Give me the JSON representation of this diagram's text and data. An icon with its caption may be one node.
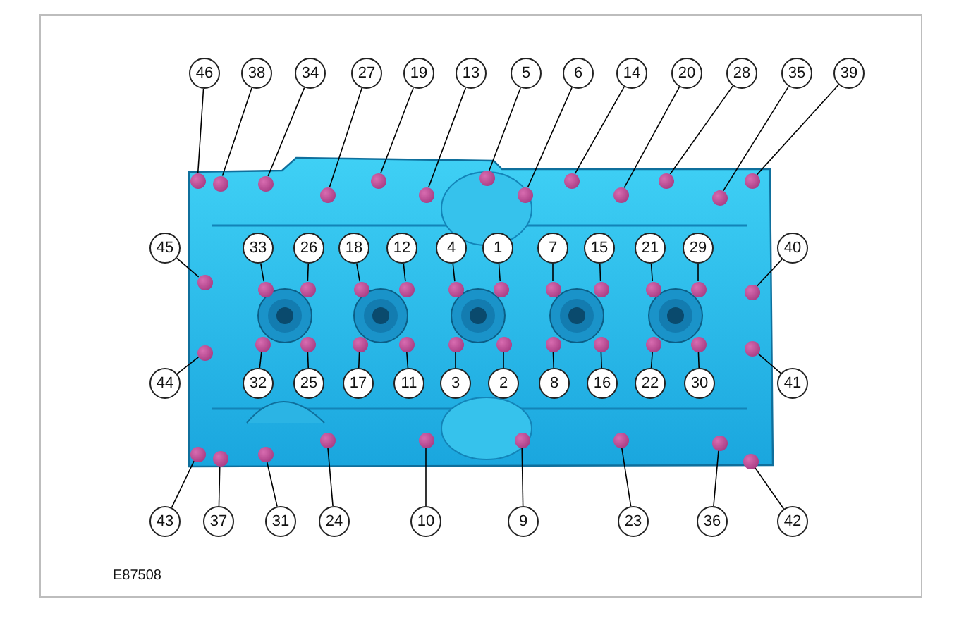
{
  "diagram": {
    "nodes": [
      {
        "text": [
          "46"
        ]
      },
      {
        "text": [
          "38"
        ]
      },
      {
        "text": [
          "34"
        ]
      },
      {
        "text": [
          "27"
        ]
      },
      {
        "text": [
          "19"
        ]
      },
      {
        "text": [
          "13"
        ]
      },
      {
        "text": [
          "5"
        ]
      },
      {
        "text": [
          "6"
        ]
      },
      {
        "text": [
          "14"
        ]
      },
      {
        "text": [
          "20"
        ]
      },
      {
        "text": [
          "28"
        ]
      },
      {
        "text": [
          "35"
        ]
      },
      {
        "text": [
          "39"
        ]
      },
      {
        "text": [
          "45"
        ]
      },
      {
        "text": [
          "33"
        ]
      },
      {
        "text": [
          "26"
        ]
      },
      {
        "text": [
          "18"
        ]
      },
      {
        "text": [
          "12"
        ]
      },
      {
        "text": [
          "4"
        ]
      },
      {
        "text": [
          "1"
        ]
      },
      {
        "text": [
          "7"
        ]
      },
      {
        "text": [
          "15"
        ]
      },
      {
        "text": [
          "21"
        ]
      },
      {
        "text": [
          "29"
        ]
      },
      {
        "text": [
          "40"
        ]
      },
      {
        "text": [
          "44"
        ]
      },
      {
        "text": [
          "32"
        ]
      },
      {
        "text": [
          "25"
        ]
      },
      {
        "text": [
          "17"
        ]
      },
      {
        "text": [
          "11"
        ]
      },
      {
        "text": [
          "3"
        ]
      },
      {
        "text": [
          "2"
        ]
      },
      {
        "text": [
          "8"
        ]
      },
      {
        "text": [
          "16"
        ]
      },
      {
        "text": [
          "22"
        ]
      },
      {
        "text": [
          "30"
        ]
      },
      {
        "text": [
          "41"
        ]
      },
      {
        "text": [
          "43"
        ]
      },
      {
        "text": [
          "37"
        ]
      },
      {
        "text": [
          "31"
        ]
      },
      {
        "text": [
          "24"
        ]
      },
      {
        "text": [
          "10"
        ]
      },
      {
        "text": [
          "9"
        ]
      },
      {
        "text": [
          "23"
        ]
      },
      {
        "text": [
          "36"
        ]
      },
      {
        "text": [
          "42"
        ]
      },
      {
        "text": [],
        "shape": "circle"
      },
      {
        "text": [],
        "shape": "circle"
      },
      {
        "text": [],
        "shape": "circle"
      },
      {
        "text": [],
        "shape": "circle"
      },
      {
        "text": [],
        "shape": "circle"
      },
      {
        "text": [],
        "shape": "circle"
      },
      {
        "text": [],
        "shape": "circle"
      },
      {
        "text": [],
        "shape": "circle"
      },
      {
        "text": [],
        "shape": "circle"
      },
      {
        "text": [],
        "shape": "circle"
      },
      {
        "text": [],
        "shape": "circle"
      },
      {
        "text": [],
        "shape": "circle"
      },
      {
        "text": [],
        "shape": "circle"
      },
      {
        "text": [],
        "shape": "circle"
      },
      {
        "text": [],
        "shape": "circle"
      },
      {
        "text": [],
        "shape": "circle"
      },
      {
        "text": [],
        "shape": "circle"
      },
      {
        "text": [],
        "shape": "circle"
      },
      {
        "text": [],
        "shape": "circle"
      },
      {
        "text": [],
        "shape": "circle"
      },
      {
        "text": [],
        "shape": "circle"
      },
      {
        "text": [],
        "shape": "circle"
      },
      {
        "text": [],
        "shape": "circle"
      },
      {
        "text": [],
        "shape": "circle"
      },
      {
        "text": [],
        "shape": "circle"
      },
      {
        "text": [],
        "shape": "circle"
      },
      {
        "text": [],
        "shape": "circle"
      },
      {
        "text": [],
        "shape": "circle"
      },
      {
        "text": [],
        "shape": "circle"
      },
      {
        "text": [],
        "shape": "circle"
      },
      {
        "text": [],
        "shape": "circle"
      },
      {
        "text": [],
        "shape": "circle"
      },
      {
        "text": [],
        "shape": "circle"
      },
      {
        "text": [],
        "shape": "circle"
      },
      {
        "text": [],
        "shape": "circle"
      },
      {
        "text": [],
        "shape": "circle"
      },
      {
        "text": [],
        "shape": "circle"
      },
      {
        "text": [],
        "shape": "circle"
      },
      {
        "text": [],
        "shape": "circle"
      },
      {
        "text": [],
        "shape": "circle"
      },
      {
        "text": [],
        "shape": "circle"
      },
      {
        "text": [],
        "shape": "circle"
      },
      {
        "text": [],
        "shape": "circle"
      },
      {
        "text": [],
        "shape": "circle"
      },
      {
        "text": [],
        "shape": "circle"
      },
      {
        "text": [],
        "shape": "circle"
      }
    ],
    "edges": [
      {
        "from": 0,
        "to": 46,
        "arrow": "none"
      },
      {
        "from": 1,
        "to": 47,
        "arrow": "none"
      },
      {
        "from": 2,
        "to": 48,
        "arrow": "none"
      },
      {
        "from": 3,
        "to": 49,
        "arrow": "none"
      },
      {
        "from": 4,
        "to": 50,
        "arrow": "none"
      },
      {
        "from": 5,
        "to": 51,
        "arrow": "none"
      },
      {
        "from": 6,
        "to": 52,
        "arrow": "none"
      },
      {
        "from": 7,
        "to": 53,
        "arrow": "none"
      },
      {
        "from": 8,
        "to": 54,
        "arrow": "none"
      },
      {
        "from": 9,
        "to": 55,
        "arrow": "none"
      },
      {
        "from": 10,
        "to": 56,
        "arrow": "none"
      },
      {
        "from": 11,
        "to": 57,
        "arrow": "none"
      },
      {
        "from": 12,
        "to": 58,
        "arrow": "none"
      },
      {
        "from": 13,
        "to": 59,
        "arrow": "none"
      },
      {
        "from": 14,
        "to": 60,
        "arrow": "none"
      },
      {
        "from": 15,
        "to": 61,
        "arrow": "none"
      },
      {
        "from": 16,
        "to": 62,
        "arrow": "none"
      },
      {
        "from": 17,
        "to": 63,
        "arrow": "none"
      },
      {
        "from": 18,
        "to": 64,
        "arrow": "none"
      },
      {
        "from": 19,
        "to": 65,
        "arrow": "none"
      },
      {
        "from": 20,
        "to": 66,
        "arrow": "none"
      },
      {
        "from": 21,
        "to": 67,
        "arrow": "none"
      },
      {
        "from": 22,
        "to": 68,
        "arrow": "none"
      },
      {
        "from": 23,
        "to": 69,
        "arrow": "none"
      },
      {
        "from": 24,
        "to": 70,
        "arrow": "none"
      },
      {
        "from": 25,
        "to": 71,
        "arrow": "none"
      },
      {
        "from": 26,
        "to": 72,
        "arrow": "none"
      },
      {
        "from": 27,
        "to": 73,
        "arrow": "none"
      },
      {
        "from": 28,
        "to": 74,
        "arrow": "none"
      },
      {
        "from": 29,
        "to": 75,
        "arrow": "none"
      },
      {
        "from": 30,
        "to": 76,
        "arrow": "none"
      },
      {
        "from": 31,
        "to": 77,
        "arrow": "none"
      },
      {
        "from": 32,
        "to": 78,
        "arrow": "none"
      },
      {
        "from": 33,
        "to": 79,
        "arrow": "none"
      },
      {
        "from": 34,
        "to": 80,
        "arrow": "none"
      },
      {
        "from": 35,
        "to": 81,
        "arrow": "none"
      },
      {
        "from": 36,
        "to": 82,
        "arrow": "none"
      },
      {
        "from": 37,
        "to": 83,
        "arrow": "none"
      },
      {
        "from": 38,
        "to": 84,
        "arrow": "none"
      },
      {
        "from": 39,
        "to": 85,
        "arrow": "none"
      },
      {
        "from": 40,
        "to": 86,
        "arrow": "none"
      },
      {
        "from": 41,
        "to": 87,
        "arrow": "none"
      },
      {
        "from": 42,
        "to": 88,
        "arrow": "none"
      },
      {
        "from": 43,
        "to": 89,
        "arrow": "none"
      },
      {
        "from": 44,
        "to": 90,
        "arrow": "none"
      },
      {
        "from": 45,
        "to": 91,
        "arrow": "none"
      }
    ],
    "labels": [
      "E87508"
    ]
  }
}
